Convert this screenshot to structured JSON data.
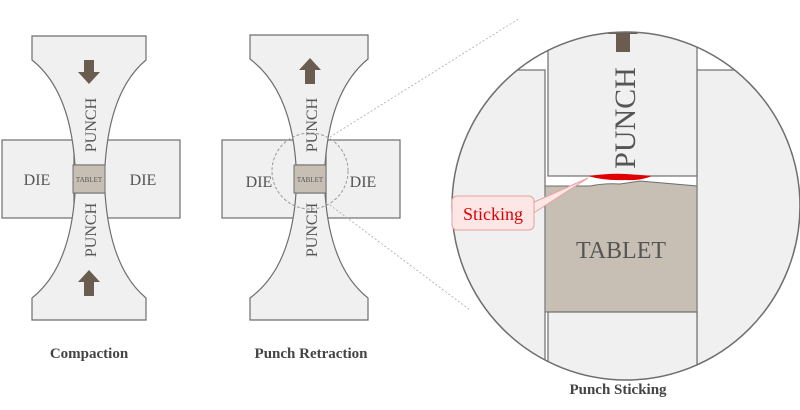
{
  "panels": [
    {
      "caption": "Compaction",
      "upper_punch_label": "PUNCH",
      "lower_punch_label": "PUNCH",
      "die_left_label": "DIE",
      "die_right_label": "DIE",
      "tablet_label": "TABLET",
      "upper_arrow": "arrow-down",
      "lower_arrow": "arrow-up"
    },
    {
      "caption": "Punch Retraction",
      "upper_punch_label": "PUNCH",
      "lower_punch_label": "PUNCH",
      "die_left_label": "DIE",
      "die_right_label": "DIE",
      "tablet_label": "TABLET",
      "upper_arrow": "arrow-up"
    }
  ],
  "zoom": {
    "caption": "Punch Sticking",
    "punch_label": "PUNCH",
    "tablet_label": "TABLET",
    "callout": "Sticking",
    "upper_arrow": "arrow-up"
  },
  "colors": {
    "part_fill": "#f0f0f0",
    "outline": "#6e6e6e",
    "tablet_fill": "#c8bfb4",
    "arrow_fill": "#6b5c50",
    "sticking_red": "#e00000",
    "callout_fill": "#fde6e6"
  }
}
